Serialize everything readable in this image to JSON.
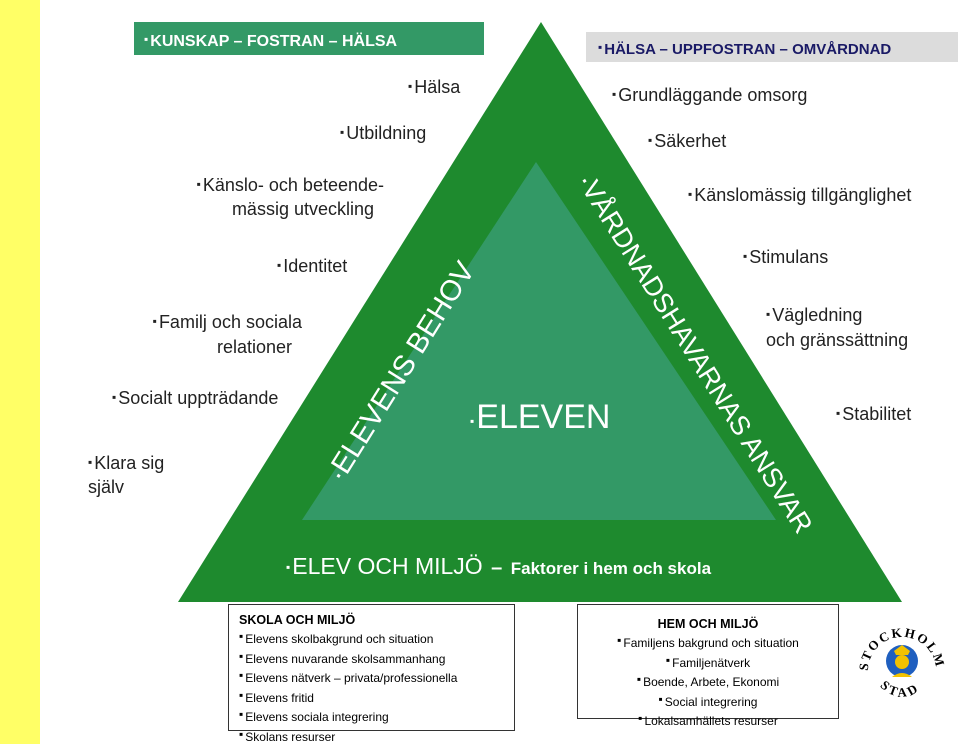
{
  "banners": {
    "left": "KUNSKAP – FOSTRAN – HÄLSA",
    "right": "HÄLSA – UPPFOSTRAN – OMVÅRDNAD"
  },
  "left_labels": {
    "halsa": "Hälsa",
    "utbildning": "Utbildning",
    "kanslo_line1": "Känslo- och beteende-",
    "kanslo_line2": "mässig utveckling",
    "identitet": "Identitet",
    "familj_line1": "Familj och sociala",
    "familj_line2": "relationer",
    "socialt": "Socialt uppträdande",
    "klara_line1": "Klara sig",
    "klara_line2": "själv"
  },
  "right_labels": {
    "grund": "Grundläggande omsorg",
    "sakerhet": "Säkerhet",
    "kanslomassig": "Känslomässig tillgänglighet",
    "stimulans": "Stimulans",
    "vagledning_line1": "Vägledning",
    "vagledning_line2": "och gränssättning",
    "stabilitet": "Stabilitet"
  },
  "triangle": {
    "left_side": "ELEVENS BEHOV",
    "right_side": "VÅRDNADSHAVARNAS ANSVAR",
    "center": "ELEVEN",
    "bottom_main": "ELEV OCH MILJÖ",
    "bottom_dash": "–",
    "bottom_sub": "Faktorer i hem och skola",
    "colors": {
      "outer": "#1e8a2e",
      "inner": "#339966"
    }
  },
  "school_box": {
    "title": "SKOLA OCH MILJÖ",
    "items": [
      "Elevens skolbakgrund och situation",
      "Elevens nuvarande skolsammanhang",
      "Elevens nätverk – privata/professionella",
      "Elevens fritid",
      "Elevens sociala integrering",
      "Skolans resurser"
    ]
  },
  "home_box": {
    "title": "HEM OCH MILJÖ",
    "items": [
      "Familjens bakgrund och situation",
      "Familjenätverk",
      "Boende, Arbete, Ekonomi",
      "Social integrering",
      "Lokalsamhällets resurser"
    ]
  },
  "logo": {
    "text": "STOCKHOLMS STAD"
  }
}
